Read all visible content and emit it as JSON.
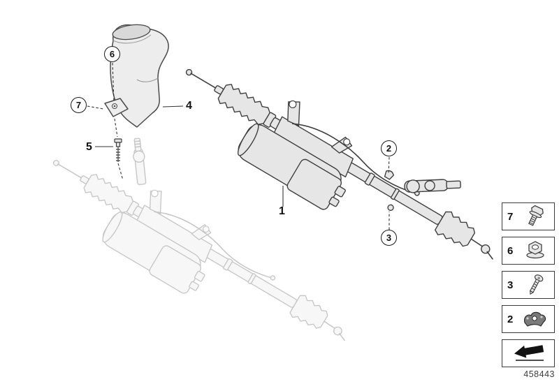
{
  "diagram": {
    "doc_number": "458443",
    "callouts": {
      "c1": "1",
      "c2": "2",
      "c3": "3",
      "c4": "4",
      "c5": "5",
      "c6": "6",
      "c7": "7"
    },
    "legend": {
      "rows": [
        {
          "label": "7",
          "icon": "flange-bolt-icon"
        },
        {
          "label": "6",
          "icon": "flange-nut-icon"
        },
        {
          "label": "3",
          "icon": "screw-icon"
        },
        {
          "label": "2",
          "icon": "bracket-icon"
        }
      ],
      "direction_symbol": "direction-arrow-icon"
    },
    "colors": {
      "line": "#3f3f3f",
      "faded": "#c6c6c6",
      "symbol": "#121212"
    }
  }
}
